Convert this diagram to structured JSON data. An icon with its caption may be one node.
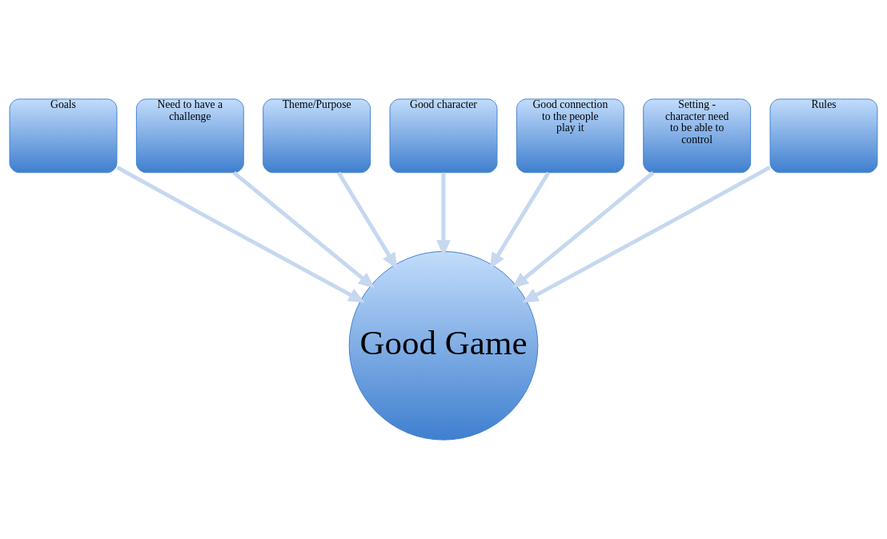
{
  "diagram": {
    "nodes": [
      {
        "text": [
          "Good character"
        ]
      },
      {
        "text": [
          "Theme/Purpose"
        ]
      },
      {
        "text": [
          "Good connection to the people play it"
        ]
      },
      {
        "text": [
          "Need to have a challenge"
        ]
      },
      {
        "text": [
          "Setting - character need to be able to control"
        ]
      },
      {
        "text": [
          "Goals"
        ]
      },
      {
        "text": [
          "Rules"
        ]
      },
      {
        "text": [
          "Good Game"
        ]
      }
    ],
    "edges": [
      {
        "from": 5,
        "to": 7,
        "arrow": "to"
      },
      {
        "from": 3,
        "to": 7,
        "arrow": "to"
      },
      {
        "from": 1,
        "to": 7,
        "arrow": "to"
      },
      {
        "from": 0,
        "to": 7,
        "arrow": "to"
      },
      {
        "from": 2,
        "to": 7,
        "arrow": "to"
      },
      {
        "from": 4,
        "to": 7,
        "arrow": "to"
      },
      {
        "from": 6,
        "to": 7,
        "arrow": "to"
      }
    ]
  }
}
